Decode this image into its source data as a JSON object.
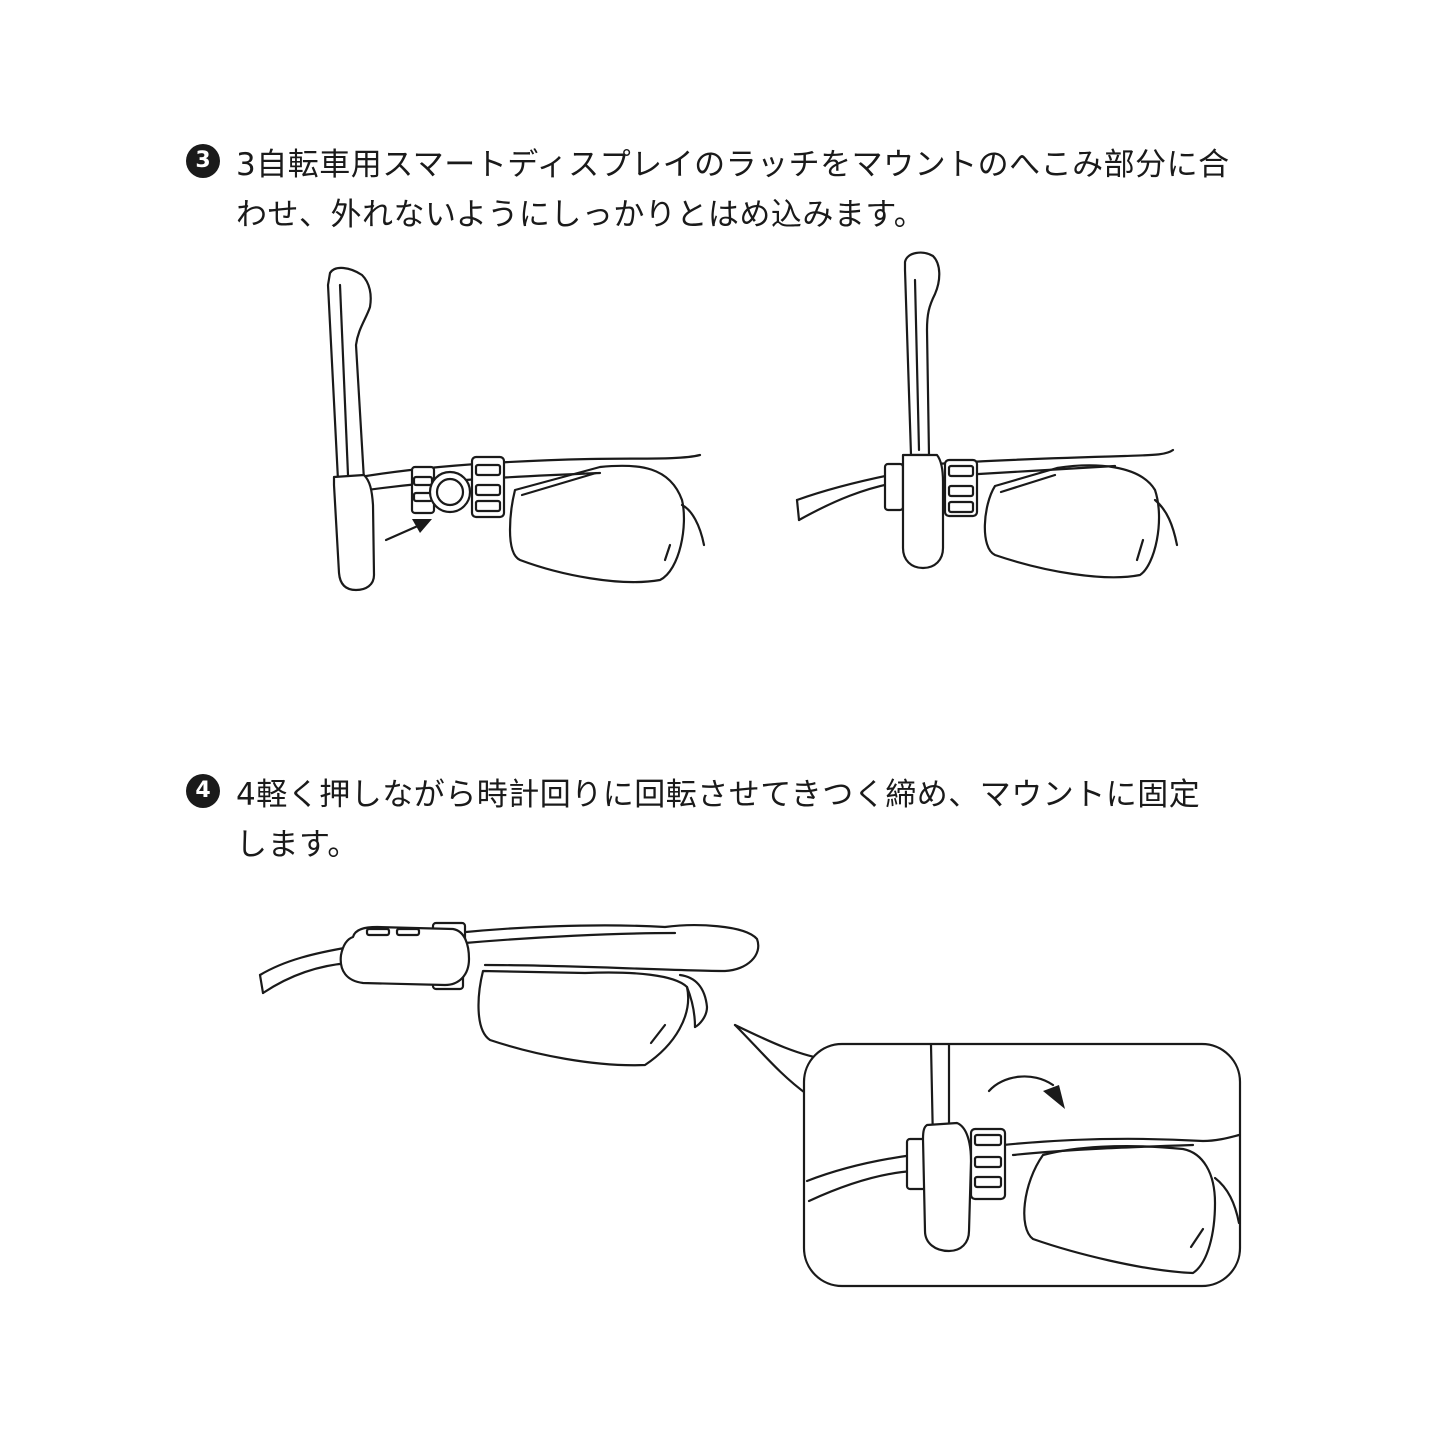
{
  "steps": [
    {
      "number": "3",
      "lines": [
        "3自転車用スマートディスプレイのラッチをマウントのへこみ部分に合",
        "わせ、外れないようにしっかりとはめ込みます。"
      ]
    },
    {
      "number": "4",
      "lines": [
        "4軽く押しながら時計回りに回転させてきつく締め、マウントに固定",
        "します。"
      ]
    }
  ]
}
